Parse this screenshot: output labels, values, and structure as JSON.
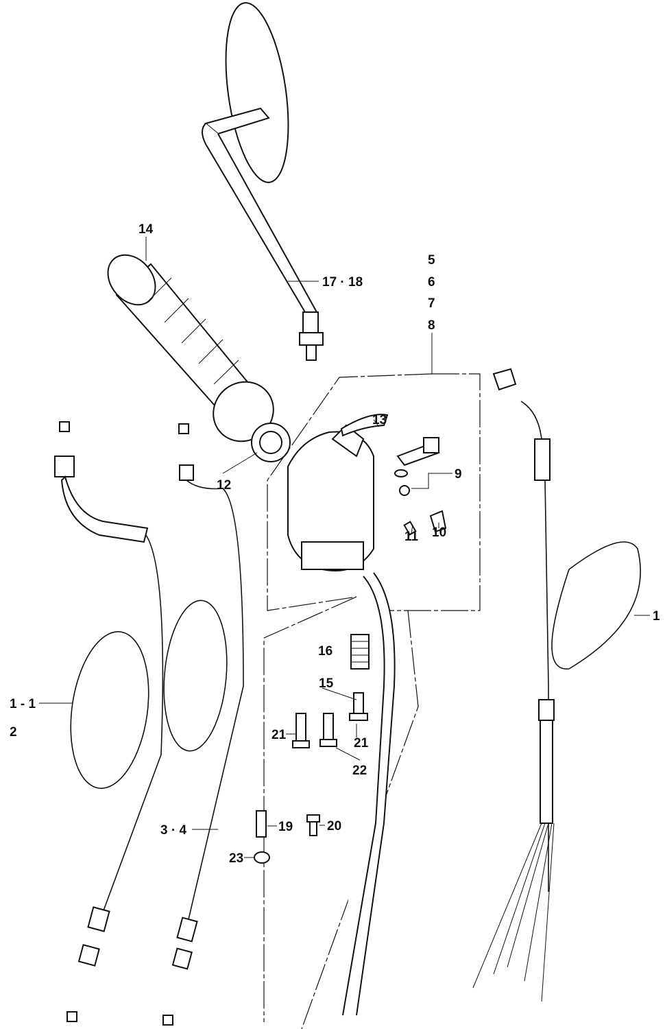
{
  "diagram": {
    "type": "exploded-parts-diagram",
    "labels": {
      "p14": "14",
      "p17_18": "17 · 18",
      "p5": "5",
      "p6": "6",
      "p7": "7",
      "p8": "8",
      "p13": "13",
      "p9": "9",
      "p12": "12",
      "p11": "11",
      "p10": "10",
      "p1": "1",
      "p16": "16",
      "p15": "15",
      "p21a": "21",
      "p21b": "21",
      "p22": "22",
      "p1_1": "1 - 1",
      "p2": "2",
      "p3_4": "3 · 4",
      "p19": "19",
      "p20": "20",
      "p23": "23"
    }
  }
}
